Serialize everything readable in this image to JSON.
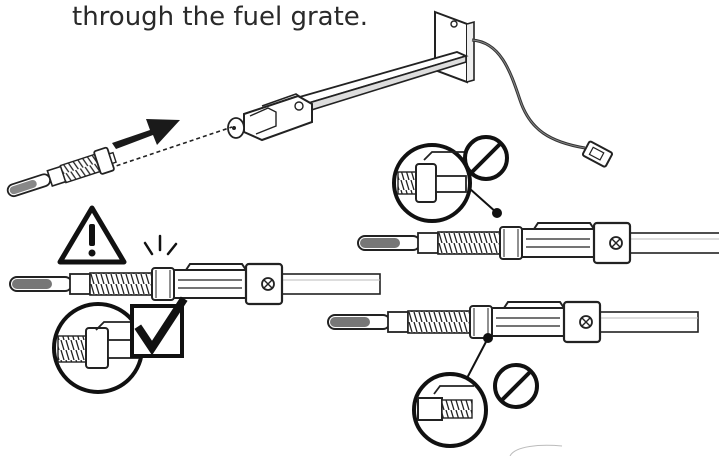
{
  "caption": {
    "text": "through the fuel grate."
  },
  "illustrations": {
    "arrow_icon": "insert-direction-arrow",
    "warning_icon": "warning-triangle",
    "correct_icon": "checkmark-box",
    "incorrect_icon": "prohibition-circle"
  },
  "colors": {
    "ink": "#1f1f1f",
    "gray": "#6b6b6b",
    "paper": "#ffffff"
  }
}
